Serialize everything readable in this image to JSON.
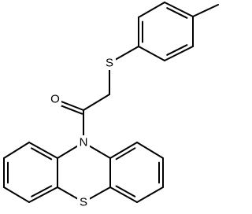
{
  "molecule": {
    "atoms": [
      {
        "id": "CH3",
        "symbol": "C"
      },
      {
        "id": "C1",
        "symbol": "C"
      },
      {
        "id": "C2",
        "symbol": "C"
      },
      {
        "id": "C3",
        "symbol": "C"
      },
      {
        "id": "C4",
        "symbol": "C"
      },
      {
        "id": "C5",
        "symbol": "C"
      },
      {
        "id": "C6",
        "symbol": "C"
      },
      {
        "id": "S1",
        "symbol": "S"
      },
      {
        "id": "CH2",
        "symbol": "C"
      },
      {
        "id": "CO",
        "symbol": "C"
      },
      {
        "id": "O",
        "symbol": "O"
      },
      {
        "id": "N",
        "symbol": "N"
      },
      {
        "id": "L1",
        "symbol": "C"
      },
      {
        "id": "L2",
        "symbol": "C"
      },
      {
        "id": "L3",
        "symbol": "C"
      },
      {
        "id": "L4",
        "symbol": "C"
      },
      {
        "id": "L5",
        "symbol": "C"
      },
      {
        "id": "L6",
        "symbol": "C"
      },
      {
        "id": "R1",
        "symbol": "C"
      },
      {
        "id": "R2",
        "symbol": "C"
      },
      {
        "id": "R3",
        "symbol": "C"
      },
      {
        "id": "R4",
        "symbol": "C"
      },
      {
        "id": "R5",
        "symbol": "C"
      },
      {
        "id": "R6",
        "symbol": "C"
      },
      {
        "id": "S2",
        "symbol": "S"
      }
    ],
    "bonds": [
      {
        "a": "CH3",
        "b": "C1",
        "order": 1
      },
      {
        "a": "C1",
        "b": "C2",
        "order": 2
      },
      {
        "a": "C2",
        "b": "C3",
        "order": 1
      },
      {
        "a": "C3",
        "b": "C4",
        "order": 2
      },
      {
        "a": "C4",
        "b": "C5",
        "order": 1
      },
      {
        "a": "C5",
        "b": "C6",
        "order": 2
      },
      {
        "a": "C6",
        "b": "C1",
        "order": 1
      },
      {
        "a": "C4",
        "b": "S1",
        "order": 1
      },
      {
        "a": "S1",
        "b": "CH2",
        "order": 1
      },
      {
        "a": "CH2",
        "b": "CO",
        "order": 1
      },
      {
        "a": "CO",
        "b": "O",
        "order": 2
      },
      {
        "a": "CO",
        "b": "N",
        "order": 1
      },
      {
        "a": "N",
        "b": "L1",
        "order": 1
      },
      {
        "a": "L1",
        "b": "L2",
        "order": 2
      },
      {
        "a": "L2",
        "b": "L3",
        "order": 1
      },
      {
        "a": "L3",
        "b": "L4",
        "order": 2
      },
      {
        "a": "L4",
        "b": "L5",
        "order": 1
      },
      {
        "a": "L5",
        "b": "L6",
        "order": 2
      },
      {
        "a": "L6",
        "b": "L1",
        "order": 1
      },
      {
        "a": "N",
        "b": "R1",
        "order": 1
      },
      {
        "a": "R1",
        "b": "R2",
        "order": 2
      },
      {
        "a": "R2",
        "b": "R3",
        "order": 1
      },
      {
        "a": "R3",
        "b": "R4",
        "order": 2
      },
      {
        "a": "R4",
        "b": "R5",
        "order": 1
      },
      {
        "a": "R5",
        "b": "R6",
        "order": 2
      },
      {
        "a": "R6",
        "b": "R1",
        "order": 1
      },
      {
        "a": "L6",
        "b": "S2",
        "order": 1
      },
      {
        "a": "R6",
        "b": "S2",
        "order": 1
      }
    ],
    "labels": {
      "S1": "S",
      "O": "O",
      "N": "N",
      "S2": "S"
    }
  }
}
